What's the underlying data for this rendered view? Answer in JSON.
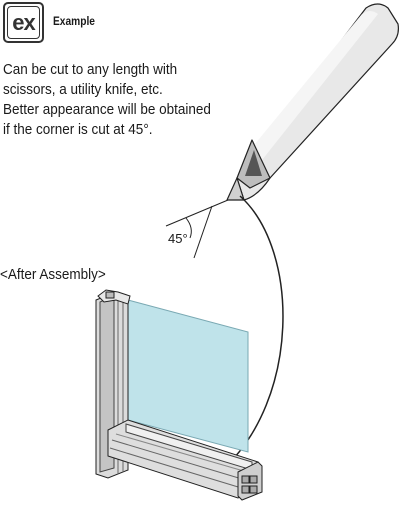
{
  "badge": {
    "icon_text": "ex",
    "title": "Example"
  },
  "description": {
    "lines": [
      "Can be cut to any length with",
      "scissors, a utility knife, etc.",
      "Better appearance will be obtained",
      "if the corner is cut at 45°."
    ]
  },
  "angle_label": "45°",
  "after_assembly_label": "<After Assembly>",
  "colors": {
    "glass": "#bfe3ea",
    "frame": "#d9d9d9",
    "cover": "#e6e6e6",
    "line": "#222222"
  }
}
